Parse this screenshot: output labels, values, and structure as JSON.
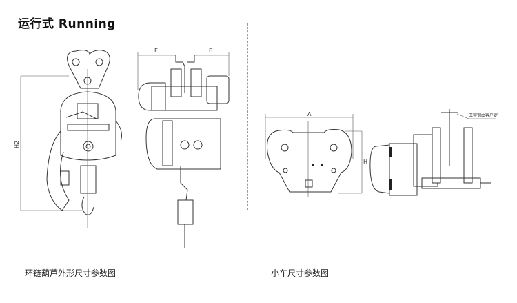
{
  "section_title": "运行式 Running",
  "hoist": {
    "caption": "环链葫芦外形尺寸参数图",
    "dimension_labels": {
      "height": "H2",
      "left_width": "E",
      "right_width": "F"
    }
  },
  "trolley": {
    "caption": "小车尺寸参数图",
    "dimension_labels": {
      "width": "A",
      "height": "H"
    },
    "annotation": "工字钢由客户定"
  }
}
